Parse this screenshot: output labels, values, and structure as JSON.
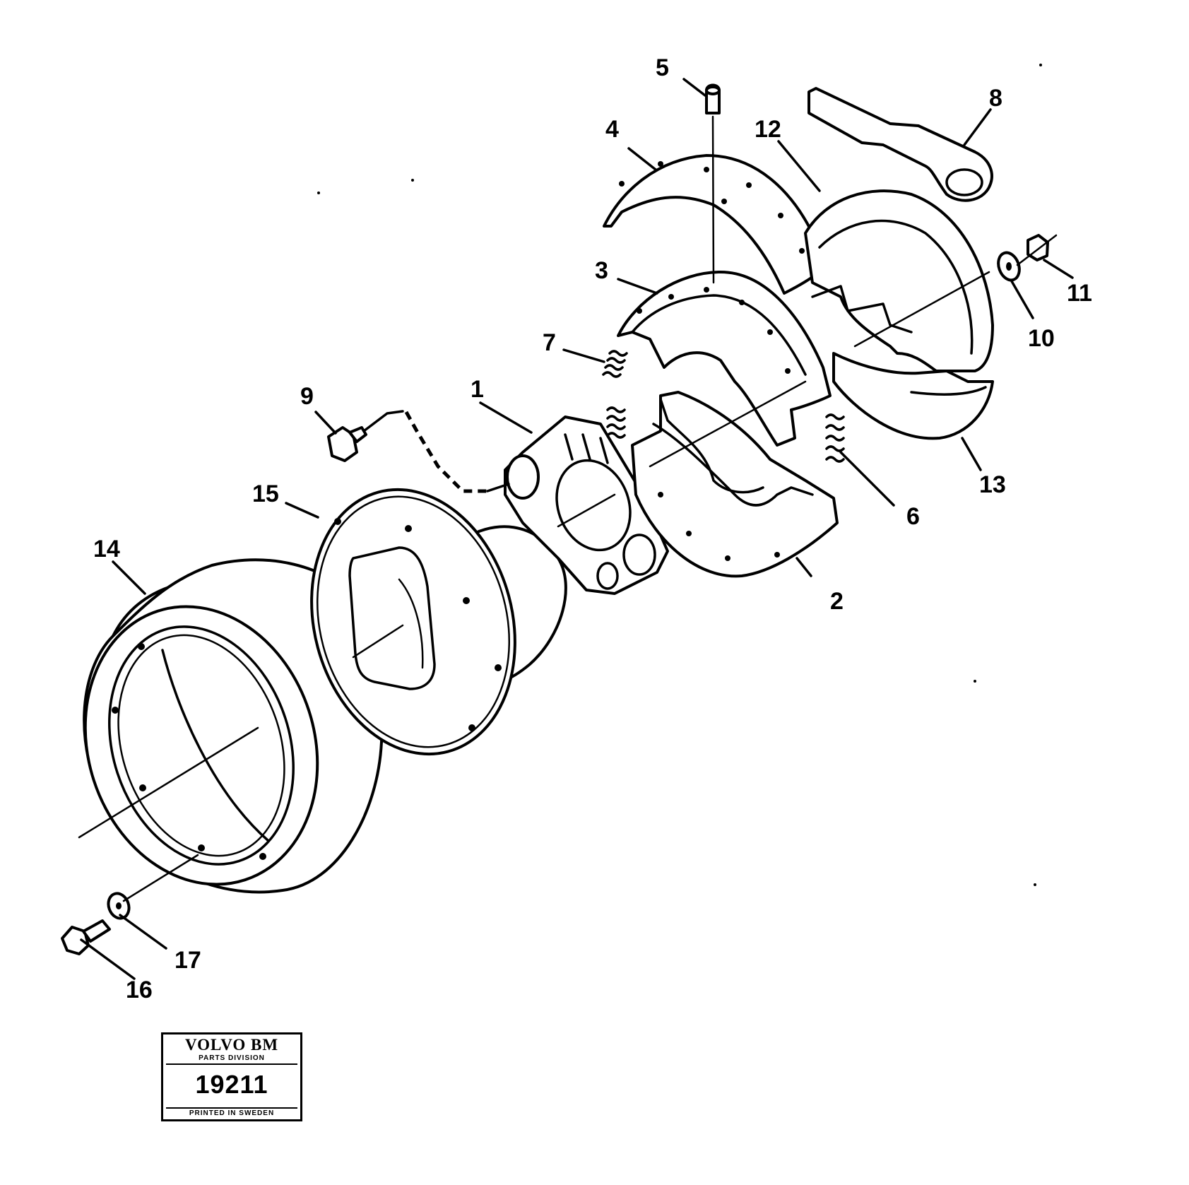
{
  "callouts": [
    "1",
    "2",
    "3",
    "4",
    "5",
    "6",
    "7",
    "8",
    "9",
    "10",
    "11",
    "12",
    "13",
    "14",
    "15",
    "16",
    "17"
  ],
  "stamp": {
    "brand": "VOLVO BM",
    "division": "PARTS DIVISION",
    "number": "19211",
    "printed": "PRINTED IN SWEDEN"
  }
}
